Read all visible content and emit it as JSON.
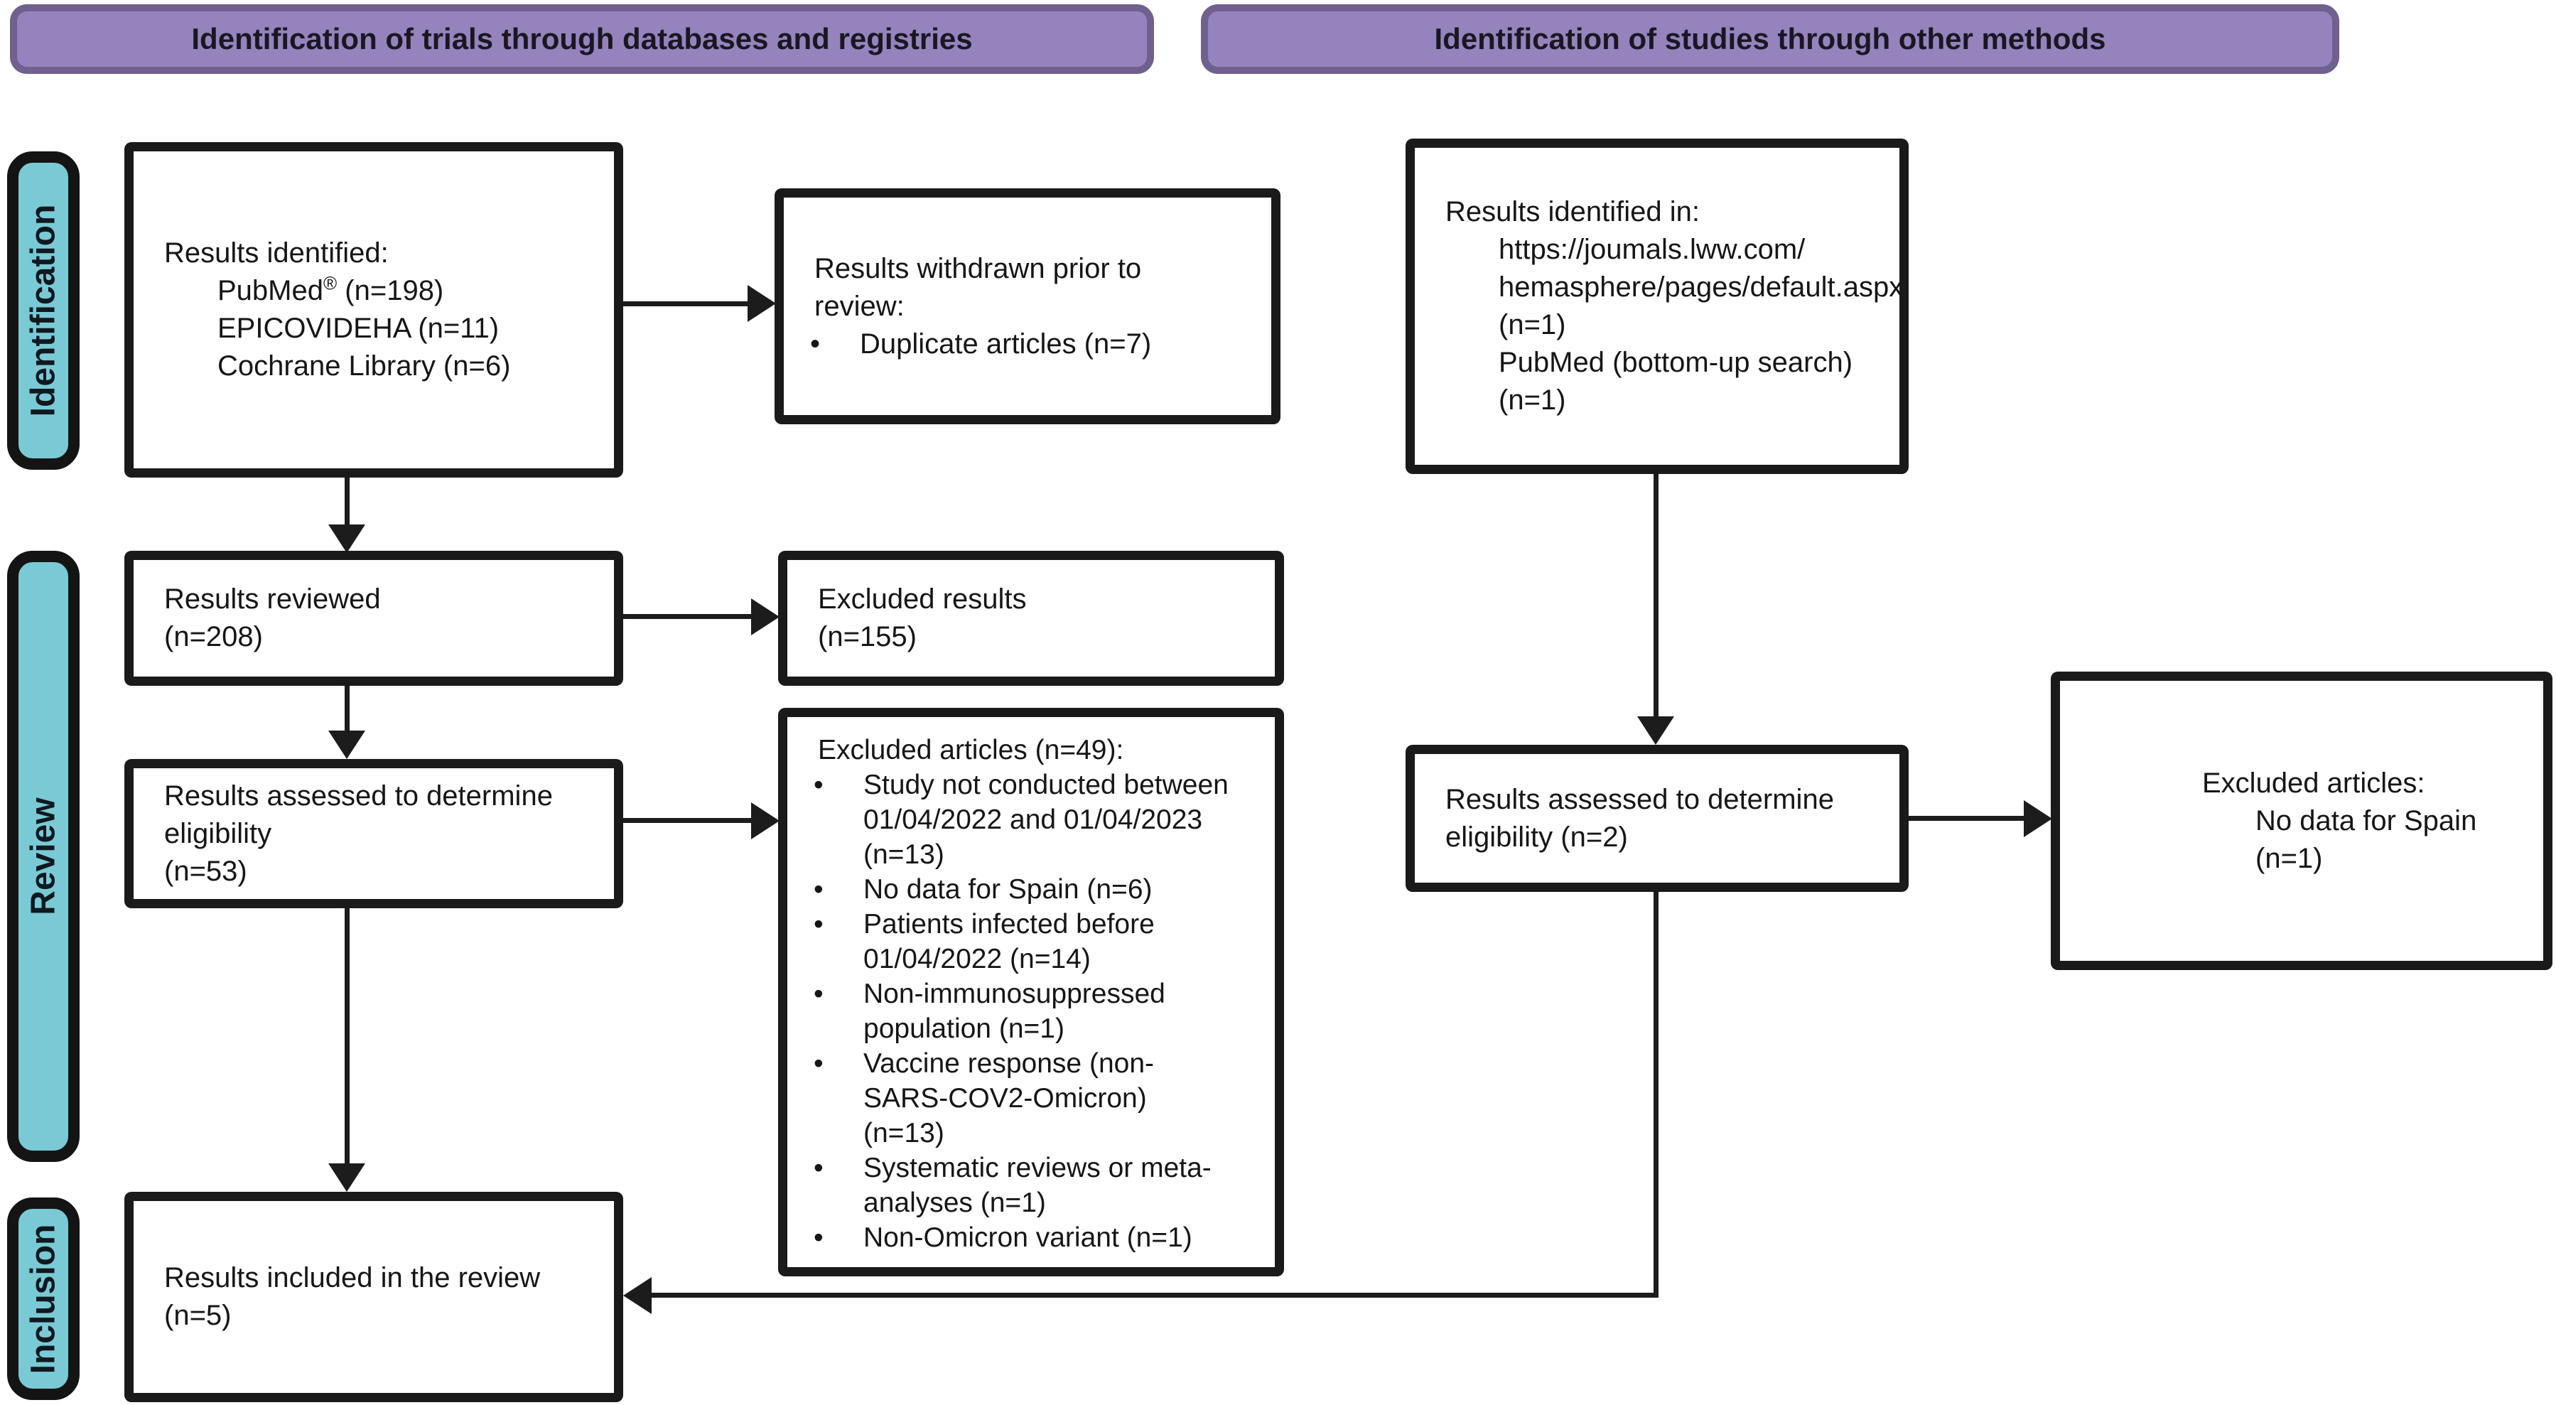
{
  "ui": {
    "bullet_char": "•"
  },
  "colors": {
    "banner_fill": "#9583bd",
    "banner_border": "#70608f",
    "stage_fill": "#79cad5",
    "box_border": "#1a1a1a",
    "arrow": "#1c1c1c"
  },
  "banners": {
    "left": "Identification of trials through databases and registries",
    "right": "Identification of studies through other methods"
  },
  "stages": {
    "identification": "Identification",
    "review": "Review",
    "inclusion": "Inclusion"
  },
  "boxes": {
    "results_identified": {
      "title": "Results identified:",
      "pubmed": {
        "pre": "PubMed",
        "sup": "®",
        "post": " (n=198)"
      },
      "items": [
        "EPICOVIDEHA (n=11)",
        "Cochrane Library (n=6)"
      ]
    },
    "results_withdrawn": {
      "lines": [
        "Results withdrawn prior to",
        "review:"
      ],
      "bullets": [
        [
          "Duplicate articles (n=7)"
        ]
      ]
    },
    "results_identified_other": {
      "title": "Results identified in:",
      "lines": [
        "https://joumals.lww.com/",
        "hemasphere/pages/default.aspx",
        "(n=1)",
        "PubMed (bottom-up search)",
        "(n=1)"
      ]
    },
    "results_reviewed": {
      "lines": [
        "Results reviewed",
        "(n=208)"
      ]
    },
    "excluded_results": {
      "lines": [
        "Excluded results",
        "(n=155)"
      ]
    },
    "results_assessed_left": {
      "lines": [
        "Results assessed to determine",
        "eligibility",
        "(n=53)"
      ]
    },
    "excluded_articles": {
      "title": "Excluded articles (n=49):",
      "bullets": [
        [
          "Study not conducted between",
          "01/04/2022 and 01/04/2023",
          "(n=13)"
        ],
        [
          "No data for Spain (n=6)"
        ],
        [
          "Patients infected before",
          "01/04/2022 (n=14)"
        ],
        [
          "Non-immunosuppressed",
          "population (n=1)"
        ],
        [
          "Vaccine response (non-",
          "SARS-COV2-Omicron)",
          "(n=13)"
        ],
        [
          "Systematic reviews or meta-",
          "analyses (n=1)"
        ],
        [
          "Non-Omicron variant (n=1)"
        ]
      ]
    },
    "results_assessed_right": {
      "lines": [
        "Results assessed to determine",
        "eligibility (n=2)"
      ]
    },
    "excluded_articles_other": {
      "title": "Excluded articles:",
      "lines": [
        "No data for Spain (n=1)"
      ]
    },
    "results_included": {
      "lines": [
        "Results included in the review",
        "(n=5)"
      ]
    }
  }
}
